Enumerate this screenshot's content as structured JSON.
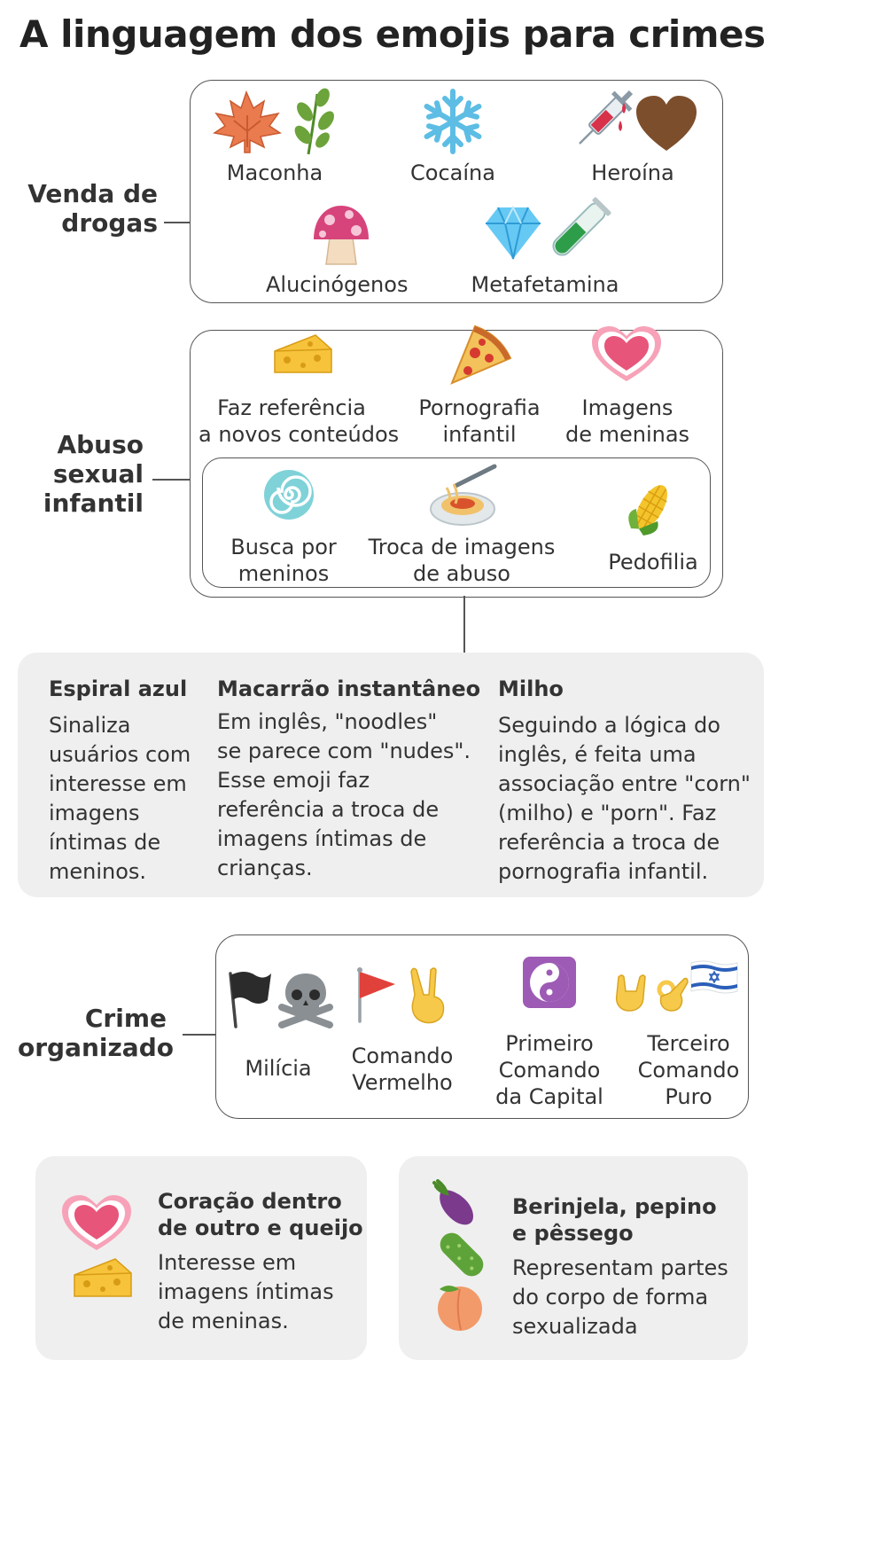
{
  "title": "A linguagem dos emojis para crimes",
  "drugs": {
    "group_label_1": "Venda de",
    "group_label_2": "drogas",
    "items": [
      {
        "label": "Maconha",
        "icons": [
          "maple-leaf-icon",
          "herb-icon"
        ]
      },
      {
        "label": "Cocaína",
        "icons": [
          "snowflake-icon"
        ]
      },
      {
        "label": "Heroína",
        "icons": [
          "syringe-icon",
          "brown-heart-icon"
        ]
      },
      {
        "label": "Alucinógenos",
        "icons": [
          "mushroom-icon"
        ]
      },
      {
        "label": "Metafetamina",
        "icons": [
          "gem-icon",
          "test-tube-icon"
        ]
      }
    ]
  },
  "abuse": {
    "group_label_1": "Abuso",
    "group_label_2": "sexual",
    "group_label_3": "infantil",
    "items": [
      {
        "line1": "Faz referência",
        "line2": "a novos conteúdos",
        "icon": "cheese-icon"
      },
      {
        "line1": "Pornografia",
        "line2": "infantil",
        "icon": "pizza-icon"
      },
      {
        "line1": "Imagens",
        "line2": "de meninas",
        "icon": "heart-in-heart-icon"
      }
    ],
    "sub_items": [
      {
        "line1": "Busca por",
        "line2": "meninos",
        "icon": "cyclone-icon"
      },
      {
        "line1": "Troca de imagens",
        "line2": "de abuso",
        "icon": "spaghetti-icon"
      },
      {
        "line1": "Pedofilia",
        "icon": "corn-icon"
      }
    ]
  },
  "explain": [
    {
      "title": "Espiral azul",
      "lines": [
        "Sinaliza",
        "usuários com",
        "interesse em",
        "imagens",
        "íntimas de",
        "meninos."
      ]
    },
    {
      "title": "Macarrão instantâneo",
      "lines": [
        "Em inglês, \"noodles\"",
        "se parece com \"nudes\".",
        "Esse emoji faz",
        "referência a troca de",
        "imagens íntimas de",
        "crianças."
      ]
    },
    {
      "title": "Milho",
      "lines": [
        "Seguindo a lógica do",
        "inglês, é feita uma",
        "associação entre \"corn\"",
        "(milho) e \"porn\". Faz",
        "referência a troca de",
        "pornografia infantil."
      ]
    }
  ],
  "crime": {
    "group_label_1": "Crime",
    "group_label_2": "organizado",
    "items": [
      {
        "line1": "Milícia",
        "icons": [
          "black-flag-icon",
          "skull-crossbones-icon"
        ]
      },
      {
        "line1": "Comando",
        "line2": "Vermelho",
        "icons": [
          "red-flag-icon",
          "victory-hand-icon"
        ]
      },
      {
        "line1": "Primeiro",
        "line2": "Comando",
        "line3": "da Capital",
        "icons": [
          "yin-yang-icon"
        ]
      },
      {
        "line1": "Terceiro",
        "line2": "Comando",
        "line3": "Puro",
        "icons": [
          "rock-on-hand-icon",
          "ok-hand-icon",
          "israel-flag-icon"
        ]
      }
    ]
  },
  "bottom": [
    {
      "title_1": "Coração dentro",
      "title_2": "de outro e queijo",
      "lines": [
        "Interesse em",
        "imagens íntimas",
        "de meninas."
      ],
      "icons": [
        "heart-in-heart-icon",
        "cheese-icon"
      ]
    },
    {
      "title_1": "Berinjela, pepino",
      "title_2": "e pêssego",
      "lines": [
        "Representam partes",
        "do corpo de forma",
        "sexualizada"
      ],
      "icons": [
        "eggplant-icon",
        "cucumber-icon",
        "peach-icon"
      ]
    }
  ],
  "colors": {
    "text": "#333333",
    "panel": "#efefef",
    "bracket": "#555555"
  }
}
